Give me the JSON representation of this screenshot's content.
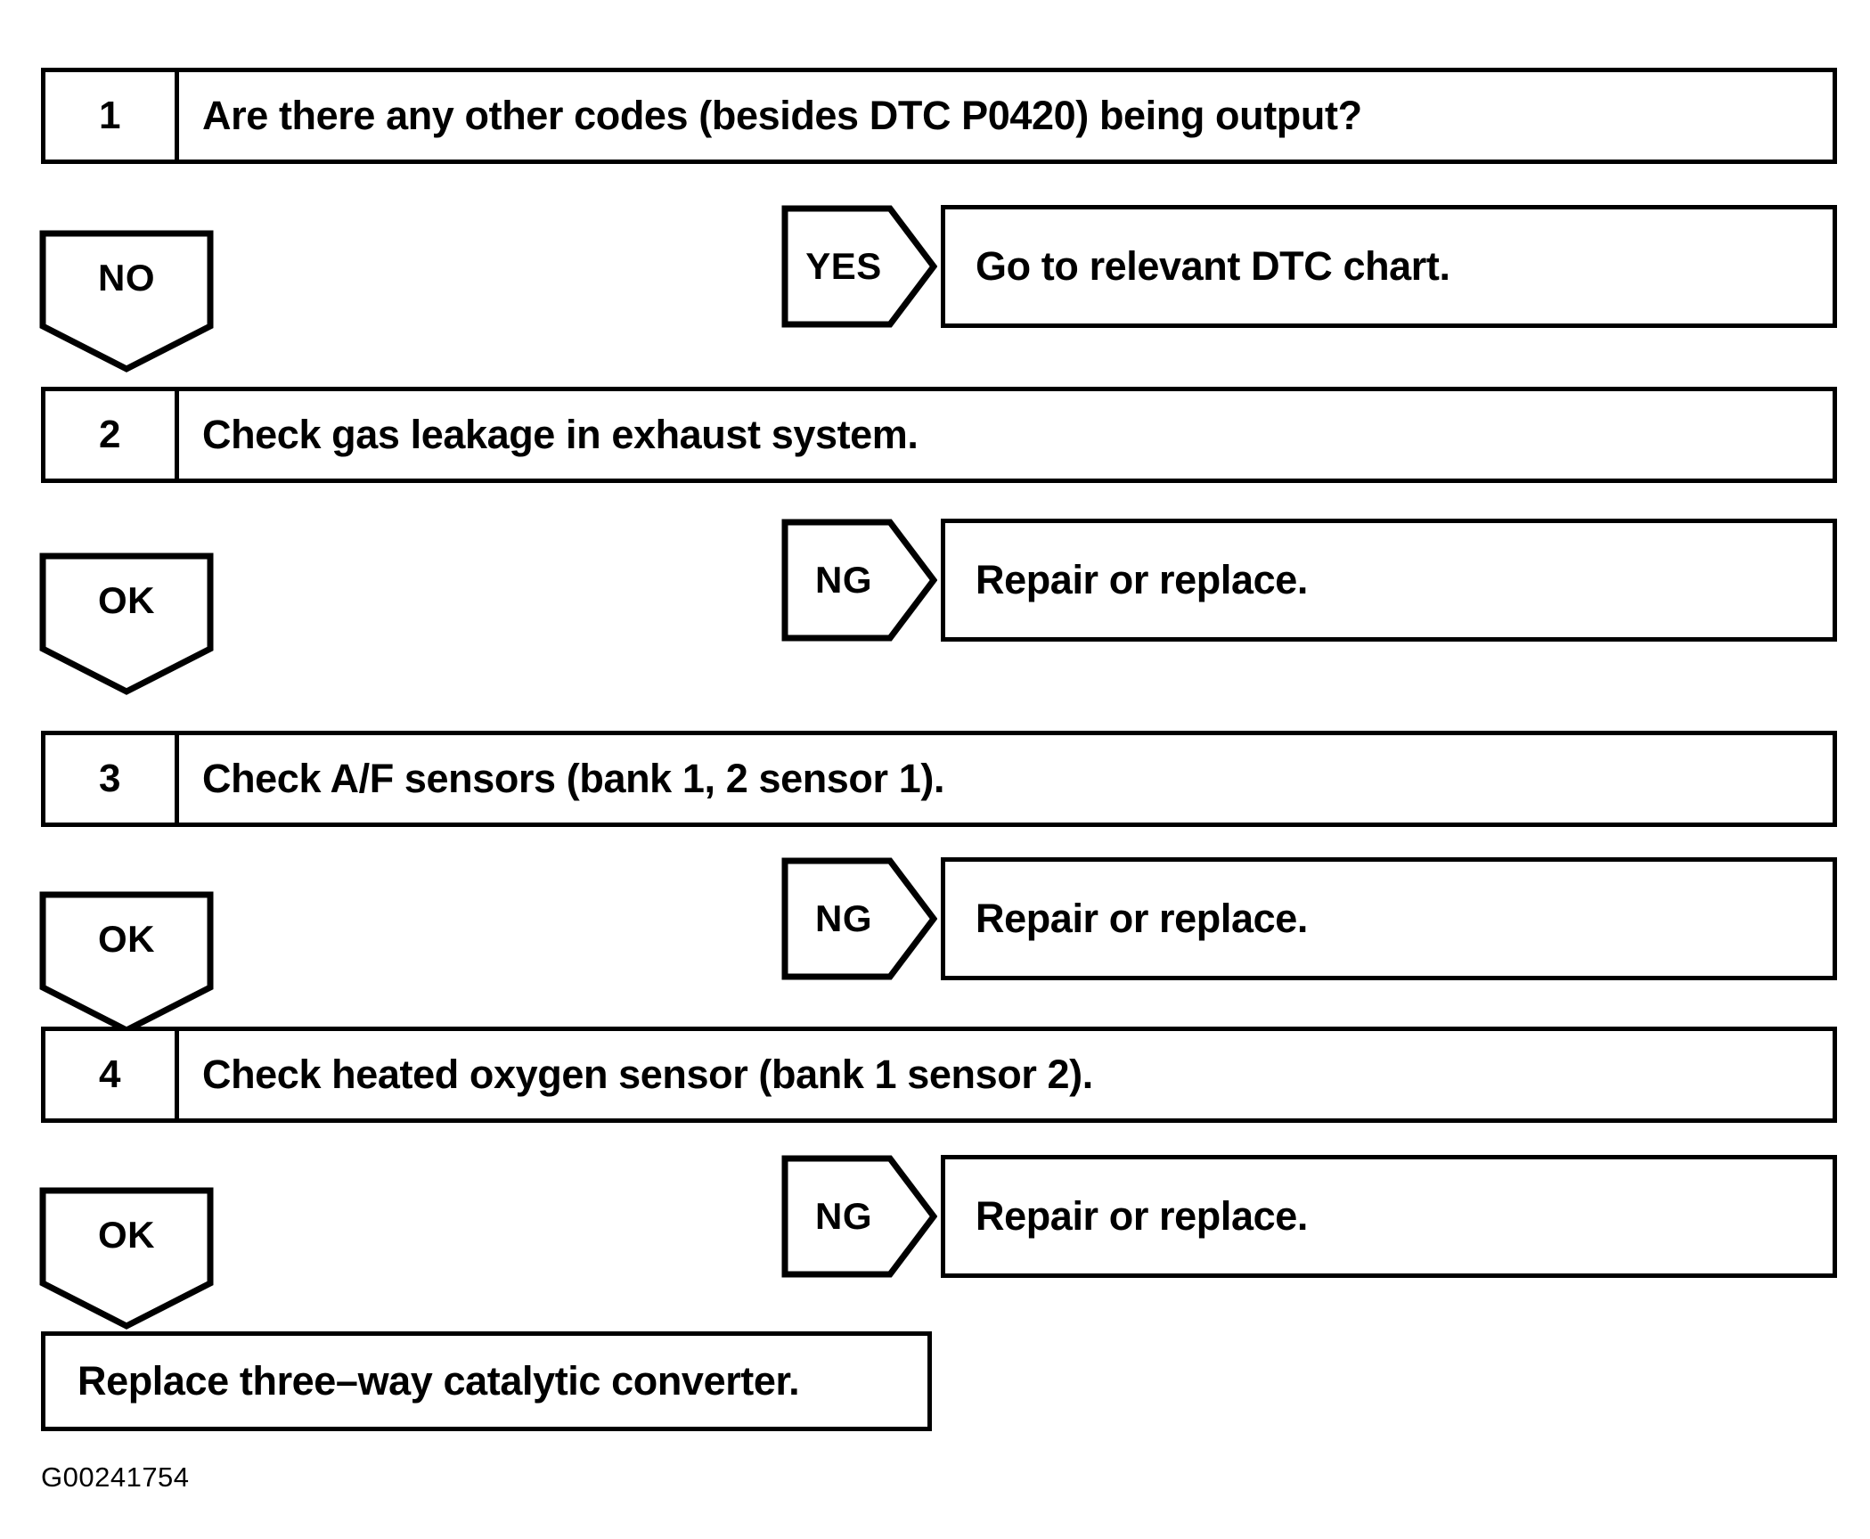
{
  "figure": {
    "caption": "G00241754",
    "kind": "diagnostic-troubleshooting-flowchart"
  },
  "steps": [
    {
      "number": "1",
      "text": "Are there any other codes (besides DTC P0420) being output?"
    },
    {
      "number": "2",
      "text": "Check gas leakage in exhaust system."
    },
    {
      "number": "3",
      "text": "Check A/F sensors (bank 1, 2 sensor 1)."
    },
    {
      "number": "4",
      "text": "Check heated oxygen sensor (bank 1 sensor 2)."
    }
  ],
  "branches": [
    {
      "pass_label": "NO",
      "fail_label": "YES",
      "fail_action": "Go to relevant DTC chart."
    },
    {
      "pass_label": "OK",
      "fail_label": "NG",
      "fail_action": "Repair or replace."
    },
    {
      "pass_label": "OK",
      "fail_label": "NG",
      "fail_action": "Repair or replace."
    },
    {
      "pass_label": "OK",
      "fail_label": "NG",
      "fail_action": "Repair or replace."
    }
  ],
  "conclusion": {
    "text": "Replace three–way catalytic converter."
  },
  "colors": {
    "stroke": "#000000",
    "background": "#ffffff",
    "text": "#000000"
  }
}
